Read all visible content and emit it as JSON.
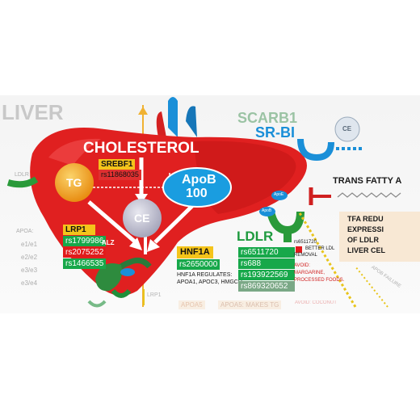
{
  "organ_title": "LIVER",
  "cholesterol": "CHOLESTEROL",
  "tg": "TG",
  "ce": "CE",
  "ce_right": "CE",
  "apob": {
    "line1": "ApoB",
    "line2": "100"
  },
  "srebf1": {
    "gene": "SREBF1",
    "snp": "rs11868035"
  },
  "lrp1": {
    "gene": "LRP1",
    "snps": [
      "rs1799986",
      "rs2075252",
      "rs1466535"
    ],
    "alz": "ALZ"
  },
  "hnf1a": {
    "gene": "HNF1A",
    "snp": "rs2650000",
    "regulates_line1": "HNF1A REGULATES:",
    "regulates_line2": "APOA1, APOC3, HMGCR"
  },
  "ldlr": {
    "title": "LDLR",
    "snps": [
      "rs6511720",
      "rs688",
      "rs193922569",
      "rs869320652"
    ],
    "legend_line1": "rs6511720",
    "legend_line2": "BETTER LDL",
    "legend_line3": "REMOVAL",
    "avoid_line1": "AVOID:",
    "avoid_line2": "MARGARINE,",
    "avoid_line3": "PROCESSED FOODS."
  },
  "scarb1": {
    "line1": "SCARB1",
    "line2": "SR-BI"
  },
  "trans_fat": "TRANS FATTY A",
  "tfa_note": [
    "TFA REDU",
    "EXPRESSI",
    "OF LDLR",
    "LIVER CEL"
  ],
  "apoe_label": "ApoE",
  "apob_small": "ApoB",
  "lrp1_small": "LRP1",
  "apoa_labels": [
    "APOA:",
    "e1/e1",
    "e2/e2",
    "e3/e3",
    "e3/e4"
  ],
  "ldlr_left": "LDLR",
  "apob_failure": "APOB FAILURE",
  "bottom_apoa5": "APOA5",
  "bottom_apoa5_note": "APOA5: MAKES TG",
  "bottom_avoid": "AVOID: COCONUT",
  "colors": {
    "liver": "#e02020",
    "liver_dark": "#b71515",
    "bile": "#2a7a3a",
    "green": "#17a84a",
    "blue": "#1a8fd8",
    "yellow": "#f4c41b",
    "orange": "#f39a1e"
  }
}
